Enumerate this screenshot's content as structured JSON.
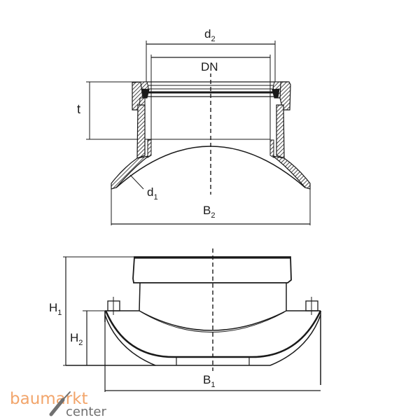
{
  "diagram": {
    "type": "technical-drawing",
    "subject": "pipe saddle connector (section and side view)",
    "colors": {
      "line": "#1a1a1a",
      "hatch": "#1a1a1a",
      "logo_orange": "#f2a56b",
      "logo_gray": "#707070"
    }
  },
  "top_view": {
    "labels": {
      "d2": {
        "main": "d",
        "sub": "2"
      },
      "dn": "DN",
      "t": "t",
      "d1": {
        "main": "d",
        "sub": "1"
      },
      "b2": {
        "main": "B",
        "sub": "2"
      }
    }
  },
  "bottom_view": {
    "labels": {
      "h1": {
        "main": "H",
        "sub": "1"
      },
      "h2": {
        "main": "H",
        "sub": "2"
      },
      "b1": {
        "main": "B",
        "sub": "1"
      }
    }
  },
  "logo": {
    "line1": "baumarkt",
    "line2": "center",
    "icon": "screwdriver-icon"
  }
}
